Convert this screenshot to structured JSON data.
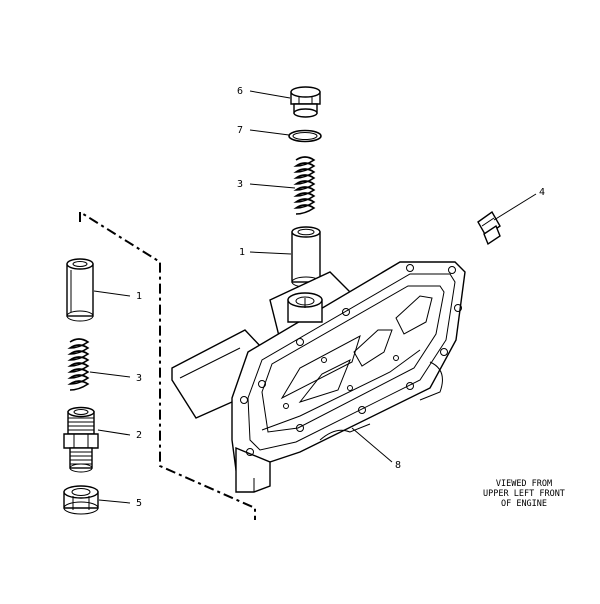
{
  "callouts": [
    {
      "id": "c6",
      "label": "6"
    },
    {
      "id": "c7",
      "label": "7"
    },
    {
      "id": "c3a",
      "label": "3"
    },
    {
      "id": "c1a",
      "label": "1"
    },
    {
      "id": "c4",
      "label": "4"
    },
    {
      "id": "c1b",
      "label": "1"
    },
    {
      "id": "c3b",
      "label": "3"
    },
    {
      "id": "c2",
      "label": "2"
    },
    {
      "id": "c5",
      "label": "5"
    },
    {
      "id": "c8",
      "label": "8"
    }
  ],
  "note": {
    "line1": "VIEWED FROM",
    "line2": "UPPER LEFT FRONT",
    "line3": "OF ENGINE"
  }
}
